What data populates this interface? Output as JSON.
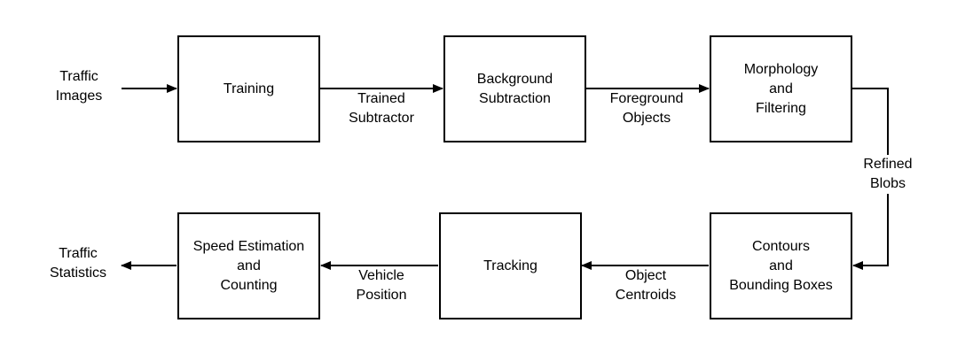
{
  "boxes": {
    "training": "Training",
    "background_subtraction": "Background\nSubtraction",
    "morphology": "Morphology\nand\nFiltering",
    "contours": "Contours\nand\nBounding Boxes",
    "tracking": "Tracking",
    "speed": "Speed Estimation\nand\nCounting"
  },
  "labels": {
    "input": "Traffic\nImages",
    "trained_subtractor": "Trained\nSubtractor",
    "foreground_objects": "Foreground\nObjects",
    "refined_blobs": "Refined Blobs",
    "object_centroids": "Object\nCentroids",
    "vehicle_position": "Vehicle\nPosition",
    "output": "Traffic\nStatistics"
  }
}
